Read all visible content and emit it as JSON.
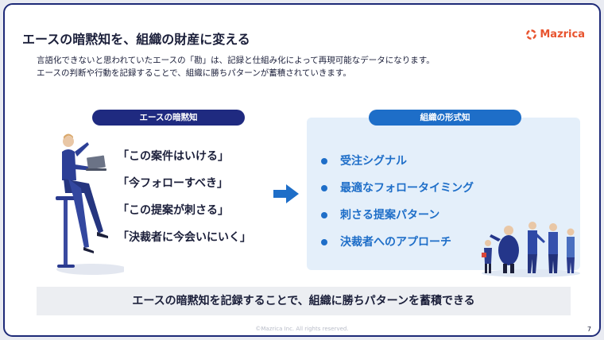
{
  "header": {
    "title": "エースの暗黙知を、組織の財産に変える",
    "logo_text": "Mazrica"
  },
  "subtitle": {
    "line1": "言語化できないと思われていたエースの「勘」は、記録と仕組み化によって再現可能なデータになります。",
    "line2": "エースの判断や行動を記録することで、組織に勝ちパターンが蓄積されていきます。"
  },
  "left": {
    "label": "エースの暗黙知",
    "items": [
      "「この案件はいける」",
      "「今フォローすべき」",
      "「この提案が刺さる」",
      "「決裁者に今会いにいく」"
    ]
  },
  "right": {
    "label": "組織の形式知",
    "items": [
      "受注シグナル",
      "最適なフォロータイミング",
      "刺さる提案パターン",
      "決裁者へのアプローチ"
    ]
  },
  "bottom": {
    "message": "エースの暗黙知を記録することで、組織に勝ちパターンを蓄積できる"
  },
  "footer": {
    "copyright": "©Mazrica Inc. All rights reserved.",
    "page": "7"
  },
  "colors": {
    "navy": "#1f2a80",
    "blue": "#1e6ec8",
    "logo_orange": "#e8542f",
    "panel": "#e4effa"
  }
}
